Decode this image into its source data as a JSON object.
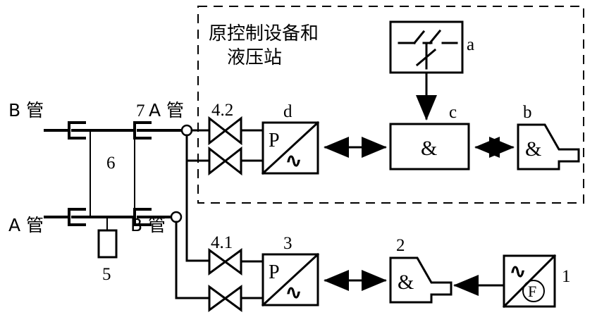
{
  "diagram": {
    "title_box": {
      "label_line1": "原控制设备和",
      "label_line2": "液压站",
      "border_style": "dashed"
    },
    "pipe_labels": {
      "top_left": "B 管",
      "top_right_num": "7",
      "top_right": "A 管",
      "bottom_left": "A 管",
      "bottom_right": "B 管"
    },
    "components": {
      "vessel": {
        "id": "6",
        "label": "6"
      },
      "drain": {
        "id": "5",
        "label": "5"
      },
      "valve_upper": {
        "id": "4.2",
        "label": "4.2"
      },
      "valve_lower": {
        "id": "4.1",
        "label": "4.1"
      },
      "converter_upper": {
        "id": "d",
        "label": "d",
        "input_symbol": "P",
        "output_symbol": "∿"
      },
      "converter_lower": {
        "id": "3",
        "label": "3",
        "input_symbol": "P",
        "output_symbol": "∿"
      },
      "switch_block": {
        "id": "a",
        "label": "a"
      },
      "logic_c": {
        "id": "c",
        "label": "c",
        "symbol": "&"
      },
      "logic_b": {
        "id": "b",
        "label": "b",
        "symbol": "&"
      },
      "logic_2": {
        "id": "2",
        "label": "2",
        "symbol": "&"
      },
      "flow_meter": {
        "id": "1",
        "label": "1",
        "top_symbol": "∿",
        "bottom_symbol": "F"
      }
    },
    "colors": {
      "line": "#000000",
      "background": "#ffffff",
      "fill": "#ffffff"
    }
  }
}
